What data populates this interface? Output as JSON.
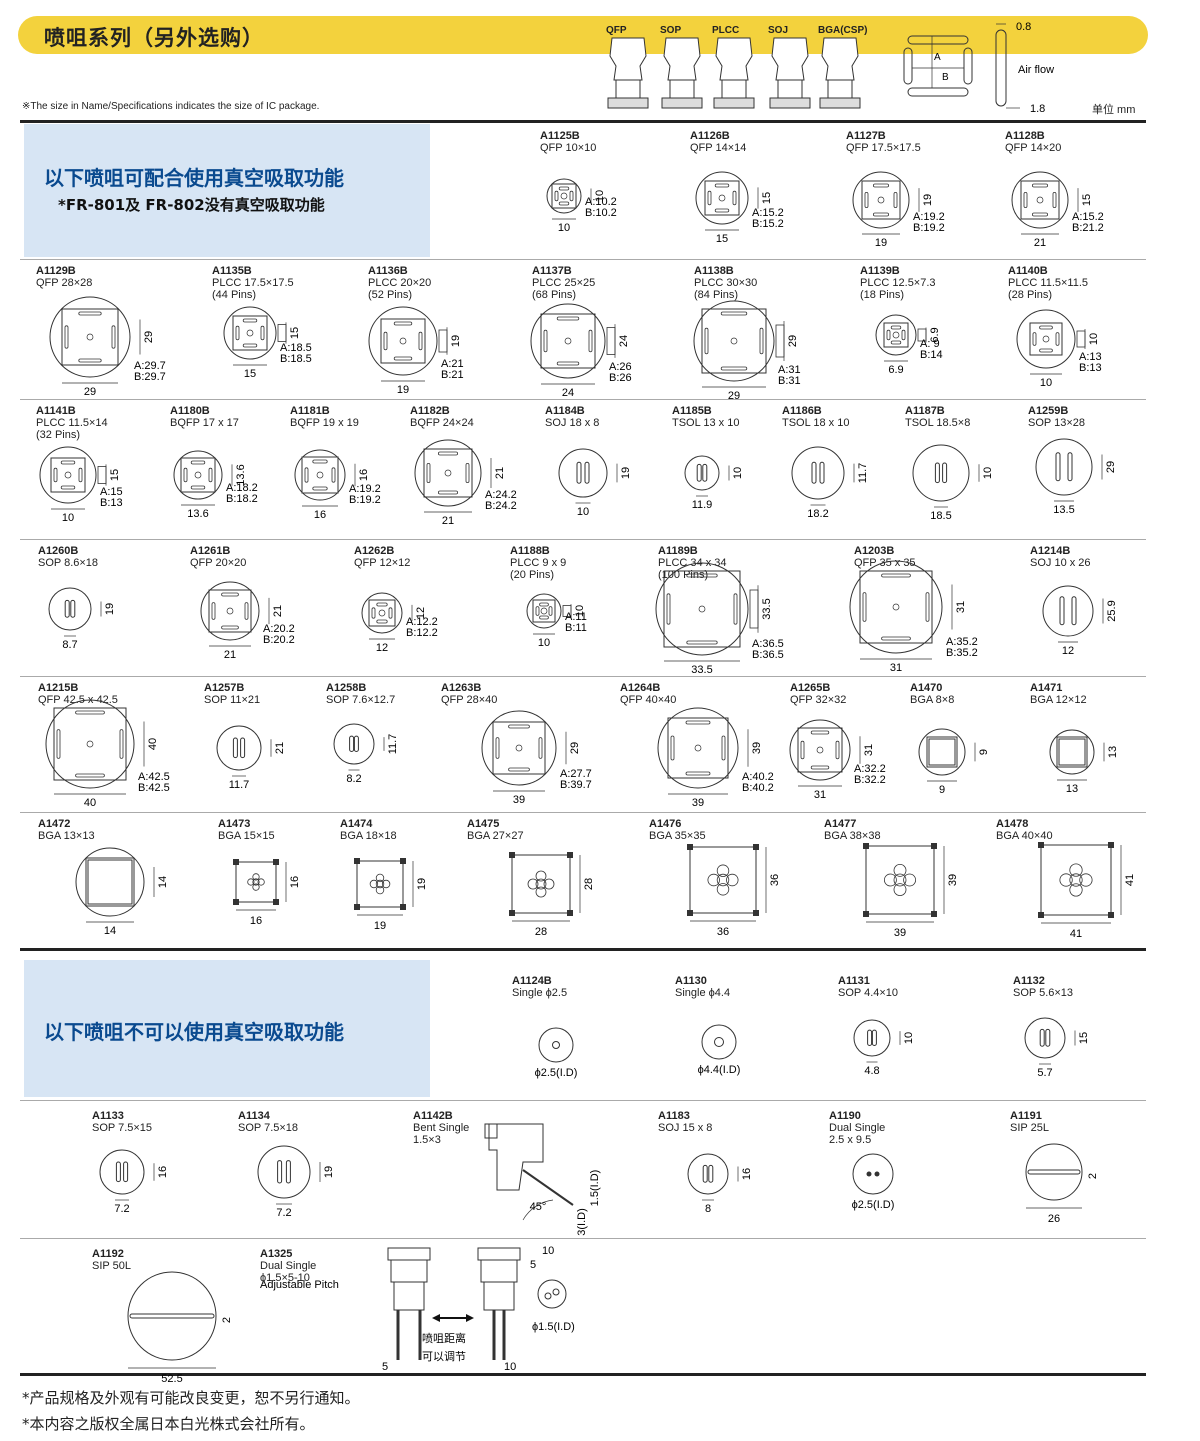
{
  "header": {
    "title": "喷咀系列（另外选购）",
    "note": "※The size in Name/Specifications indicates the size of IC package.",
    "nozzle_types": [
      "QFP",
      "SOP",
      "PLCC",
      "SOJ",
      "BGA(CSP)"
    ],
    "dims": {
      "a": "A",
      "b": "B",
      "thick": "0.8",
      "airflow": "Air flow",
      "w": "1.8"
    },
    "unit": "单位 mm"
  },
  "section1": {
    "line1": "以下喷咀可配合使用真空吸取功能",
    "line2": "*FR-801及 FR-802没有真空吸取功能"
  },
  "section2": {
    "line1": "以下喷咀不可以使用真空吸取功能"
  },
  "items": [
    {
      "code": "A1125B",
      "spec": "QFP 10×10",
      "spec2": "",
      "shape": "square",
      "r": 17,
      "s": 12,
      "w": "10",
      "h": "10",
      "a": "A:10.2",
      "b": "B:10.2"
    },
    {
      "code": "A1126B",
      "spec": "QFP 14×14",
      "spec2": "",
      "shape": "square",
      "r": 26,
      "s": 17,
      "w": "15",
      "h": "15",
      "a": "A:15.2",
      "b": "B:15.2"
    },
    {
      "code": "A1127B",
      "spec": "QFP 17.5×17.5",
      "spec2": "",
      "shape": "square",
      "r": 28,
      "s": 19,
      "w": "19",
      "h": "19",
      "a": "A:19.2",
      "b": "B:19.2"
    },
    {
      "code": "A1128B",
      "spec": "QFP 14×20",
      "spec2": "",
      "shape": "square",
      "r": 28,
      "s": 19,
      "w": "21",
      "h": "15",
      "a": "A:15.2",
      "b": "B:21.2"
    },
    {
      "code": "A1129B",
      "spec": "QFP 28×28",
      "spec2": "",
      "shape": "square",
      "r": 40,
      "s": 28,
      "w": "29",
      "h": "29",
      "a": "A:29.7",
      "b": "B:29.7"
    },
    {
      "code": "A1135B",
      "spec": "PLCC 17.5×17.5",
      "spec2": "(44 Pins)",
      "shape": "plcc",
      "r": 26,
      "s": 17,
      "w": "15",
      "h": "15",
      "a": "A:18.5",
      "b": "B:18.5"
    },
    {
      "code": "A1136B",
      "spec": "PLCC 20×20",
      "spec2": "(52 Pins)",
      "shape": "plcc",
      "r": 34,
      "s": 22,
      "w": "19",
      "h": "19",
      "a": "A:21",
      "b": "B:21"
    },
    {
      "code": "A1137B",
      "spec": "PLCC 25×25",
      "spec2": "(68 Pins)",
      "shape": "plcc",
      "r": 37,
      "s": 27,
      "w": "24",
      "h": "24",
      "a": "A:26",
      "b": "B:26"
    },
    {
      "code": "A1138B",
      "spec": "PLCC 30×30",
      "spec2": "(84 Pins)",
      "shape": "plcc",
      "r": 40,
      "s": 32,
      "w": "29",
      "h": "29",
      "a": "A:31",
      "b": "B:31"
    },
    {
      "code": "A1139B",
      "spec": "PLCC 12.5×7.3",
      "spec2": "(18 Pins)",
      "shape": "plcc",
      "r": 20,
      "s": 12,
      "w": "6.9",
      "h": "6.9",
      "a": "A: 9",
      "b": "B:14"
    },
    {
      "code": "A1140B",
      "spec": "PLCC 11.5×11.5",
      "spec2": "(28 Pins)",
      "shape": "plcc",
      "r": 29,
      "s": 16,
      "w": "10",
      "h": "10",
      "a": "A:13",
      "b": "B:13"
    },
    {
      "code": "A1141B",
      "spec": "PLCC 11.5×14",
      "spec2": "(32 Pins)",
      "shape": "plcc",
      "r": 28,
      "s": 17,
      "w": "10",
      "h": "15",
      "a": "A:15",
      "b": "B:13"
    },
    {
      "code": "A1180B",
      "spec": "BQFP 17 x 17",
      "spec2": "",
      "shape": "square",
      "r": 24,
      "s": 17,
      "w": "13.6",
      "h": "13.6",
      "a": "A:18.2",
      "b": "B:18.2"
    },
    {
      "code": "A1181B",
      "spec": "BQFP 19 x 19",
      "spec2": "",
      "shape": "square",
      "r": 25,
      "s": 18,
      "w": "16",
      "h": "16",
      "a": "A:19.2",
      "b": "B:19.2"
    },
    {
      "code": "A1182B",
      "spec": "BQFP 24×24",
      "spec2": "",
      "shape": "square",
      "r": 33,
      "s": 24,
      "w": "21",
      "h": "21",
      "a": "A:24.2",
      "b": "B:24.2"
    },
    {
      "code": "A1184B",
      "spec": "SOJ 18 x 8",
      "spec2": "",
      "shape": "sop",
      "r": 24,
      "s": 15,
      "w": "10",
      "h": "19",
      "a": "",
      "b": ""
    },
    {
      "code": "A1185B",
      "spec": "TSOL 13 x 10",
      "spec2": "",
      "shape": "sop",
      "r": 17,
      "s": 12,
      "w": "11.9",
      "h": "10",
      "a": "",
      "b": ""
    },
    {
      "code": "A1186B",
      "spec": "TSOL 18 x 10",
      "spec2": "",
      "shape": "sop",
      "r": 26,
      "s": 15,
      "w": "18.2",
      "h": "11.7",
      "a": "",
      "b": ""
    },
    {
      "code": "A1187B",
      "spec": "TSOL 18.5×8",
      "spec2": "",
      "shape": "sop",
      "r": 28,
      "s": 14,
      "w": "18.5",
      "h": "10",
      "a": "",
      "b": ""
    },
    {
      "code": "A1259B",
      "spec": "SOP 13×28",
      "spec2": "",
      "shape": "sop",
      "r": 28,
      "s": 20,
      "w": "13.5",
      "h": "29",
      "a": "",
      "b": ""
    },
    {
      "code": "A1260B",
      "spec": "SOP 8.6×18",
      "spec2": "",
      "shape": "sop",
      "r": 21,
      "s": 12,
      "w": "8.7",
      "h": "19",
      "a": "",
      "b": ""
    },
    {
      "code": "A1261B",
      "spec": "QFP 20×20",
      "spec2": "",
      "shape": "square",
      "r": 29,
      "s": 21,
      "w": "21",
      "h": "21",
      "a": "A:20.2",
      "b": "B:20.2"
    },
    {
      "code": "A1262B",
      "spec": "QFP 12×12",
      "spec2": "",
      "shape": "square",
      "r": 20,
      "s": 13,
      "w": "12",
      "h": "12",
      "a": "A:12.2",
      "b": "B:12.2"
    },
    {
      "code": "A1188B",
      "spec": "PLCC 9 x 9",
      "spec2": "(20 Pins)",
      "shape": "plcc",
      "r": 17,
      "s": 11,
      "w": "10",
      "h": "10",
      "a": "A:11",
      "b": "B:11"
    },
    {
      "code": "A1189B",
      "spec": "PLCC 34 x 34",
      "spec2": "(100 Pins)",
      "shape": "plcc",
      "r": 46,
      "s": 38,
      "w": "33.5",
      "h": "33.5",
      "a": "A:36.5",
      "b": "B:36.5"
    },
    {
      "code": "A1203B",
      "spec": "QFP 35 x 35",
      "spec2": "",
      "shape": "square",
      "r": 46,
      "s": 36,
      "w": "31",
      "h": "31",
      "a": "A:35.2",
      "b": "B:35.2"
    },
    {
      "code": "A1214B",
      "spec": "SOJ 10 x 26",
      "spec2": "",
      "shape": "sop",
      "r": 25,
      "s": 20,
      "w": "12",
      "h": "25.9",
      "a": "",
      "b": ""
    },
    {
      "code": "A1215B",
      "spec": "QFP 42.5 x 42.5",
      "spec2": "",
      "shape": "square",
      "r": 44,
      "s": 36,
      "w": "40",
      "h": "40",
      "a": "A:42.5",
      "b": "B:42.5"
    },
    {
      "code": "A1257B",
      "spec": "SOP 11×21",
      "spec2": "",
      "shape": "sop",
      "r": 22,
      "s": 14,
      "w": "11.7",
      "h": "21",
      "a": "",
      "b": ""
    },
    {
      "code": "A1258B",
      "spec": "SOP 7.6×12.7",
      "spec2": "",
      "shape": "sop",
      "r": 20,
      "s": 11,
      "w": "8.2",
      "h": "11.7",
      "a": "",
      "b": ""
    },
    {
      "code": "A1263B",
      "spec": "QFP 28×40",
      "spec2": "",
      "shape": "rect",
      "r": 37,
      "s": 26,
      "w": "39",
      "h": "29",
      "a": "A:27.7",
      "b": "B:39.7"
    },
    {
      "code": "A1264B",
      "spec": "QFP 40×40",
      "spec2": "",
      "shape": "rect",
      "r": 40,
      "s": 30,
      "w": "39",
      "h": "39",
      "a": "A:40.2",
      "b": "B:40.2"
    },
    {
      "code": "A1265B",
      "spec": "QFP 32×32",
      "spec2": "",
      "shape": "rect",
      "r": 30,
      "s": 22,
      "w": "31",
      "h": "31",
      "a": "A:32.2",
      "b": "B:32.2"
    },
    {
      "code": "A1470",
      "spec": "BGA 8×8",
      "spec2": "",
      "shape": "bga",
      "r": 23,
      "s": 15,
      "w": "9",
      "h": "9",
      "a": "",
      "b": ""
    },
    {
      "code": "A1471",
      "spec": "BGA 12×12",
      "spec2": "",
      "shape": "bga",
      "r": 22,
      "s": 15,
      "w": "13",
      "h": "13",
      "a": "",
      "b": ""
    },
    {
      "code": "A1472",
      "spec": "BGA 13×13",
      "spec2": "",
      "shape": "bga",
      "r": 34,
      "s": 24,
      "w": "14",
      "h": "14",
      "a": "",
      "b": ""
    },
    {
      "code": "A1473",
      "spec": "BGA 15×15",
      "spec2": "",
      "shape": "bgasq",
      "r": 0,
      "s": 32,
      "w": "16",
      "h": "16",
      "a": "",
      "b": ""
    },
    {
      "code": "A1474",
      "spec": "BGA 18×18",
      "spec2": "",
      "shape": "bgasq",
      "r": 0,
      "s": 38,
      "w": "19",
      "h": "19",
      "a": "",
      "b": ""
    },
    {
      "code": "A1475",
      "spec": "BGA 27×27",
      "spec2": "",
      "shape": "bgasq",
      "r": 0,
      "s": 50,
      "w": "28",
      "h": "28",
      "a": "",
      "b": ""
    },
    {
      "code": "A1476",
      "spec": "BGA 35×35",
      "spec2": "",
      "shape": "bgasq",
      "r": 0,
      "s": 58,
      "w": "36",
      "h": "36",
      "a": "",
      "b": ""
    },
    {
      "code": "A1477",
      "spec": "BGA 38×38",
      "spec2": "",
      "shape": "bgasq",
      "r": 0,
      "s": 60,
      "w": "39",
      "h": "39",
      "a": "",
      "b": ""
    },
    {
      "code": "A1478",
      "spec": "BGA 40×40",
      "spec2": "",
      "shape": "bgasq",
      "r": 0,
      "s": 62,
      "w": "41",
      "h": "41",
      "a": "",
      "b": ""
    },
    {
      "code": "A1124B",
      "spec": "Single ϕ2.5",
      "spec2": "",
      "shape": "single",
      "r": 17,
      "s": 5,
      "w": "ϕ2.5(I.D)",
      "h": "",
      "a": "",
      "b": ""
    },
    {
      "code": "A1130",
      "spec": "Single ϕ4.4",
      "spec2": "",
      "shape": "single",
      "r": 17,
      "s": 7,
      "w": "ϕ4.4(I.D)",
      "h": "",
      "a": "",
      "b": ""
    },
    {
      "code": "A1131",
      "spec": "SOP 4.4×10",
      "spec2": "",
      "shape": "sop",
      "r": 18,
      "s": 11,
      "w": "4.8",
      "h": "10",
      "a": "",
      "b": ""
    },
    {
      "code": "A1132",
      "spec": "SOP 5.6×13",
      "spec2": "",
      "shape": "sop",
      "r": 20,
      "s": 12,
      "w": "5.7",
      "h": "15",
      "a": "",
      "b": ""
    },
    {
      "code": "A1133",
      "spec": "SOP 7.5×15",
      "spec2": "",
      "shape": "sop",
      "r": 22,
      "s": 14,
      "w": "7.2",
      "h": "16",
      "a": "",
      "b": ""
    },
    {
      "code": "A1134",
      "spec": "SOP 7.5×18",
      "spec2": "",
      "shape": "sop",
      "r": 26,
      "s": 16,
      "w": "7.2",
      "h": "19",
      "a": "",
      "b": ""
    },
    {
      "code": "A1142B",
      "spec": "Bent Single",
      "spec2": "1.5×3",
      "shape": "bent",
      "r": 0,
      "s": 0,
      "w": "1.5(I.D)",
      "h": "3(I.D)",
      "a": "45°",
      "b": ""
    },
    {
      "code": "A1183",
      "spec": "SOJ 15 x 8",
      "spec2": "",
      "shape": "sop",
      "r": 20,
      "s": 12,
      "w": "8",
      "h": "16",
      "a": "",
      "b": ""
    },
    {
      "code": "A1190",
      "spec": "Dual Single",
      "spec2": "2.5 x 9.5",
      "shape": "dual",
      "r": 20,
      "s": 0,
      "w": "ϕ2.5(I.D)",
      "h": "",
      "a": "",
      "b": ""
    },
    {
      "code": "A1191",
      "spec": "SIP 25L",
      "spec2": "",
      "shape": "sip",
      "r": 28,
      "s": 0,
      "w": "26",
      "h": "2",
      "a": "",
      "b": ""
    },
    {
      "code": "A1192",
      "spec": "SIP 50L",
      "spec2": "",
      "shape": "sip",
      "r": 44,
      "s": 0,
      "w": "52.5",
      "h": "2",
      "a": "",
      "b": ""
    },
    {
      "code": "A1325",
      "spec": "Dual Single",
      "spec2": "ϕ1.5×5-10",
      "shape": "adj",
      "r": 0,
      "s": 0,
      "w": "5",
      "h": "10",
      "a": "Adjustable Pitch",
      "b": "ϕ1.5(I.D)"
    }
  ],
  "adj_text": {
    "l1": "喷咀距离",
    "l2": "可以调节",
    "top1": "10",
    "top2": "5"
  },
  "footer": {
    "l1": "*产品规格及外观有可能改良变更，恕不另行通知。",
    "l2": "*本内容之版权全属日本白光株式会社所有。"
  }
}
